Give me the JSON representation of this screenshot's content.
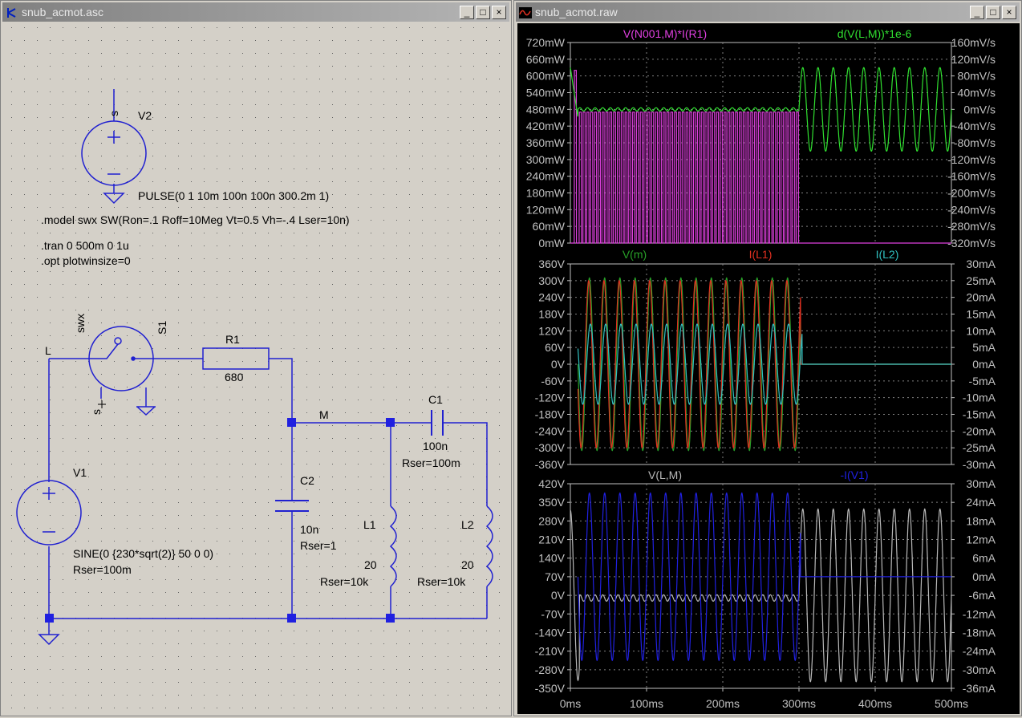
{
  "schematic_window": {
    "title": "snub_acmot.asc",
    "labels": {
      "L": "L",
      "M": "M",
      "swx": "swx",
      "S1": "S1",
      "R1": "R1",
      "R1_val": "680",
      "V2": "V2",
      "V1": "V1",
      "C1": "C1",
      "C1_val": "100n",
      "C1_rser": "Rser=100m",
      "C2": "C2",
      "C2_val": "10n",
      "C2_rser": "Rser=1",
      "L1": "L1",
      "L1_val": "20",
      "L1_rser": "Rser=10k",
      "L2": "L2",
      "L2_val": "20",
      "L2_rser": "Rser=10k",
      "pulse": "PULSE(0 1 10m 100n 100n 300.2m 1)",
      "model": ".model swx SW(Ron=.1 Roff=10Meg Vt=0.5 Vh=-.4 Lser=10n)",
      "tran": ".tran 0 500m 0 1u",
      "opt": ".opt plotwinsize=0",
      "sine": "SINE(0 {230*sqrt(2)} 50 0 0)",
      "v1_rser": "Rser=100m",
      "s_plus": "s",
      "s_minus": "s"
    }
  },
  "plot_window": {
    "title": "snub_acmot.raw",
    "x_ticks": [
      "0ms",
      "100ms",
      "200ms",
      "300ms",
      "400ms",
      "500ms"
    ],
    "colors": {
      "magenta": "#e040e0",
      "green": "#30e030",
      "dkgreen": "#28a028",
      "red": "#e03020",
      "cyan": "#30c0c0",
      "gray": "#b8b8b8",
      "blue": "#2020e0",
      "axis": "#c0c0c0"
    }
  },
  "chart_data": [
    {
      "type": "line",
      "series": [
        {
          "name": "V(N001,M)*I(R1)",
          "description": "pulses 0 to about 470mW at 100Hz from 10ms to 300ms, 0 otherwise"
        },
        {
          "name": "d(V(L,M))*1e-6",
          "description": "about 0mV/s with small ripple during 10-300ms, 100mV/s amplitude sine after 300ms"
        }
      ],
      "x": {
        "range": [
          0,
          500
        ],
        "unit": "ms"
      },
      "y_left": {
        "range": [
          0,
          720
        ],
        "unit": "mW",
        "ticks": [
          "720mW",
          "660mW",
          "600mW",
          "540mW",
          "480mW",
          "420mW",
          "360mW",
          "300mW",
          "240mW",
          "180mW",
          "120mW",
          "60mW",
          "0mW"
        ]
      },
      "y_right": {
        "range": [
          -320,
          160
        ],
        "unit": "mV/s",
        "ticks": [
          "160mV/s",
          "120mV/s",
          "80mV/s",
          "40mV/s",
          "0mV/s",
          "-40mV/s",
          "-80mV/s",
          "-120mV/s",
          "-160mV/s",
          "-200mV/s",
          "-240mV/s",
          "-280mV/s",
          "-320mV/s"
        ]
      },
      "grid": true
    },
    {
      "type": "line",
      "series": [
        {
          "name": "V(m)",
          "amplitude": 310,
          "axis": "left"
        },
        {
          "name": "I(L1)",
          "amplitude": 310,
          "axis": "left"
        },
        {
          "name": "I(L2)",
          "amplitude": 12,
          "axis": "right"
        }
      ],
      "x": {
        "range": [
          0,
          500
        ],
        "unit": "ms"
      },
      "y_left": {
        "range": [
          -360,
          360
        ],
        "unit": "V",
        "ticks": [
          "360V",
          "300V",
          "240V",
          "180V",
          "120V",
          "60V",
          "0V",
          "-60V",
          "-120V",
          "-180V",
          "-240V",
          "-300V",
          "-360V"
        ]
      },
      "y_right": {
        "range": [
          -30,
          30
        ],
        "unit": "mA",
        "ticks": [
          "30mA",
          "25mA",
          "20mA",
          "15mA",
          "10mA",
          "5mA",
          "0mA",
          "-5mA",
          "-10mA",
          "-15mA",
          "-20mA",
          "-25mA",
          "-30mA"
        ]
      },
      "grid": true
    },
    {
      "type": "line",
      "series": [
        {
          "name": "V(L,M)",
          "amplitude": 325,
          "axis": "left"
        },
        {
          "name": "-I(V1)",
          "amplitude": 27,
          "axis": "right"
        }
      ],
      "x": {
        "range": [
          0,
          500
        ],
        "unit": "ms"
      },
      "y_left": {
        "range": [
          -350,
          420
        ],
        "unit": "V",
        "ticks": [
          "420V",
          "350V",
          "280V",
          "210V",
          "140V",
          "70V",
          "0V",
          "-70V",
          "-140V",
          "-210V",
          "-280V",
          "-350V"
        ]
      },
      "y_right": {
        "range": [
          -36,
          30
        ],
        "unit": "mA",
        "ticks": [
          "30mA",
          "24mA",
          "18mA",
          "12mA",
          "6mA",
          "0mA",
          "-6mA",
          "-12mA",
          "-18mA",
          "-24mA",
          "-30mA",
          "-36mA"
        ]
      },
      "grid": true
    }
  ]
}
